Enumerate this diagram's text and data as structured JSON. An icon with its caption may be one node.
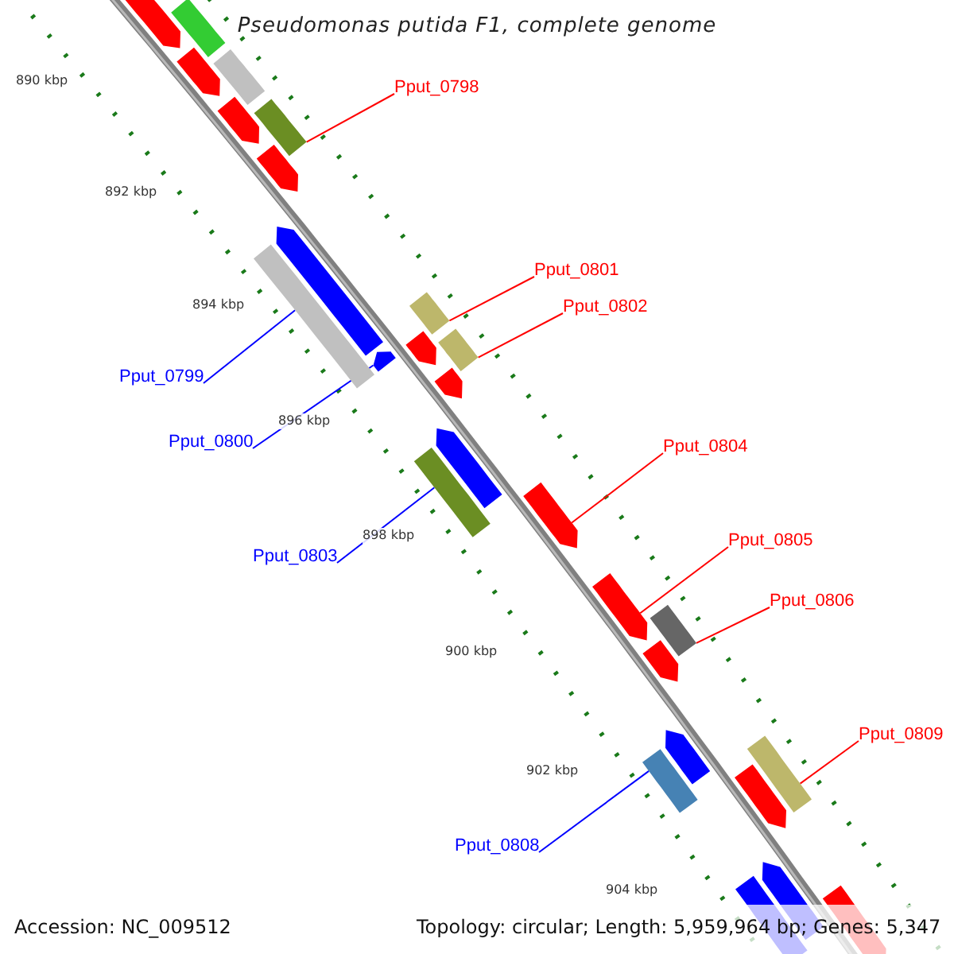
{
  "diagram": {
    "title": "Pseudomonas putida F1, complete genome",
    "nodes": [
      {
        "text": [
          "Pput_0798"
        ]
      },
      {
        "text": [
          "Pput_0801"
        ]
      },
      {
        "text": [
          "Pput_0802"
        ]
      },
      {
        "text": [
          "Pput_0799"
        ]
      },
      {
        "text": [
          "Pput_0800"
        ]
      },
      {
        "text": [
          "Pput_0804"
        ]
      },
      {
        "text": [
          "Pput_0803"
        ]
      },
      {
        "text": [
          "Pput_0805"
        ]
      },
      {
        "text": [
          "Pput_0806"
        ]
      },
      {
        "text": [
          "Pput_0809"
        ]
      },
      {
        "text": [
          "Pput_0808"
        ]
      },
      {
        "text": [],
        "shape": "bar"
      },
      {
        "text": [],
        "shape": "arrow"
      },
      {
        "text": [],
        "shape": "bar"
      },
      {
        "text": [],
        "shape": "bar"
      },
      {
        "text": [],
        "shape": "arrow"
      },
      {
        "text": [],
        "shape": "bar"
      },
      {
        "text": [],
        "shape": "bar"
      },
      {
        "text": [],
        "shape": "arrow"
      },
      {
        "text": [],
        "shape": "arrow"
      },
      {
        "text": [],
        "shape": "bar"
      },
      {
        "text": [],
        "shape": "bar"
      },
      {
        "text": [],
        "shape": "bar"
      }
    ],
    "edges": [
      {
        "from": 0,
        "to": 11,
        "arrow": "none"
      },
      {
        "from": 1,
        "to": 14,
        "arrow": "none"
      },
      {
        "from": 2,
        "to": 16,
        "arrow": "none"
      },
      {
        "from": 3,
        "to": 13,
        "arrow": "none",
        "color": "#0000ff"
      },
      {
        "from": 4,
        "to": 15,
        "arrow": "none",
        "color": "#0000ff"
      },
      {
        "from": 5,
        "to": 18,
        "arrow": "none"
      },
      {
        "from": 6,
        "to": 17,
        "arrow": "none",
        "color": "#0000ff"
      },
      {
        "from": 7,
        "to": 19,
        "arrow": "none"
      },
      {
        "from": 8,
        "to": 20,
        "arrow": "none"
      },
      {
        "from": 9,
        "to": 22,
        "arrow": "none"
      },
      {
        "from": 10,
        "to": 21,
        "arrow": "none",
        "color": "#0000ff"
      }
    ],
    "labels": [
      "890 kbp",
      "892 kbp",
      "894 kbp",
      "896 kbp",
      "898 kbp",
      "900 kbp",
      "902 kbp",
      "904 kbp",
      "Accession: NC_009512",
      "Topology: circular; Length: 5,959,964 bp; Genes: 5,347"
    ]
  }
}
